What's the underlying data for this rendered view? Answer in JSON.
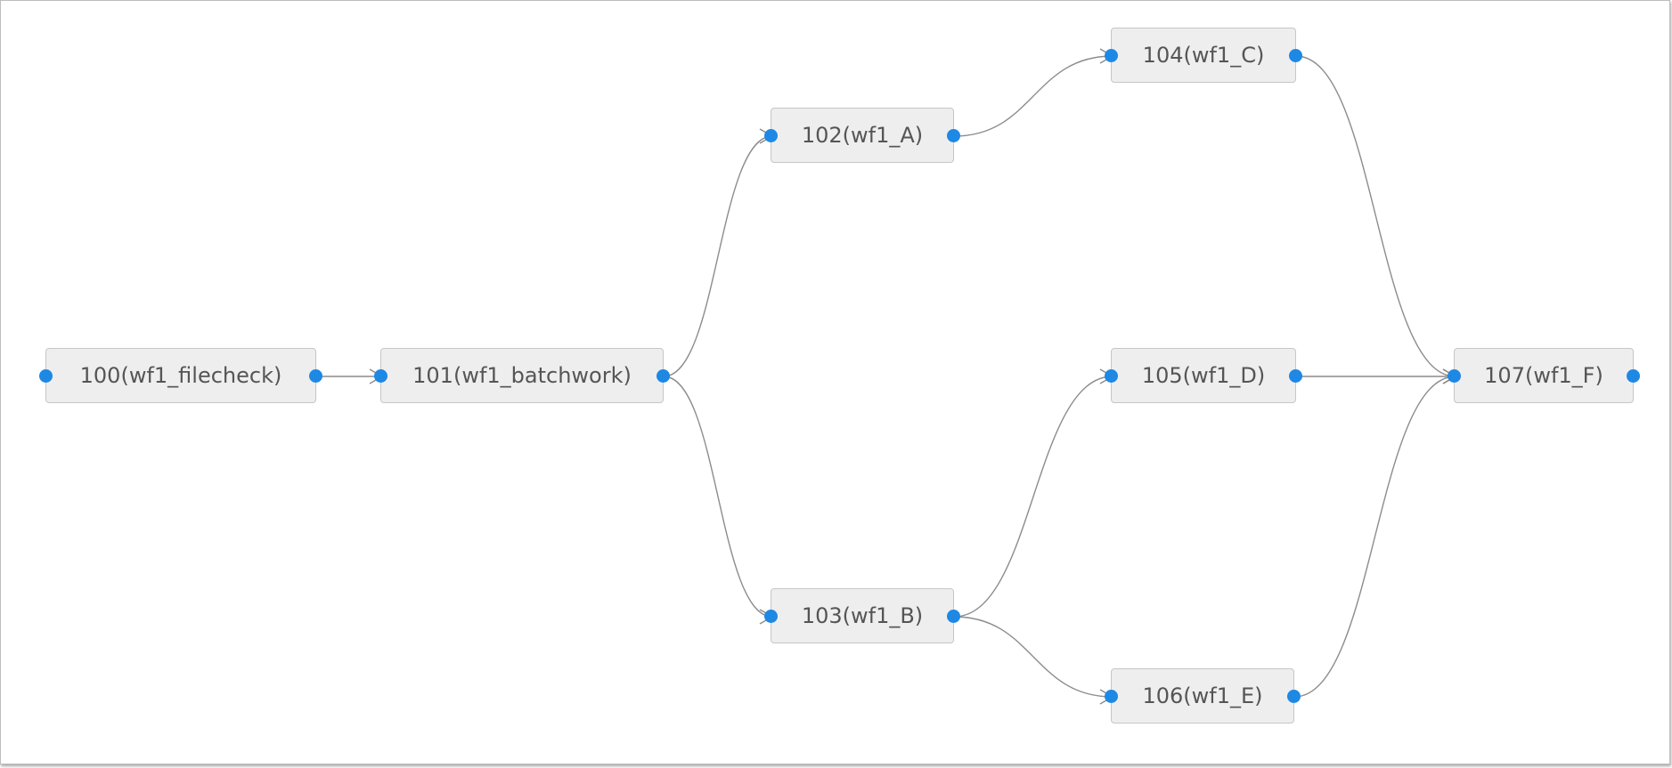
{
  "nodes": [
    {
      "id": "100",
      "label": "100(wf1_filecheck)"
    },
    {
      "id": "101",
      "label": "101(wf1_batchwork)"
    },
    {
      "id": "102",
      "label": "102(wf1_A)"
    },
    {
      "id": "103",
      "label": "103(wf1_B)"
    },
    {
      "id": "104",
      "label": "104(wf1_C)"
    },
    {
      "id": "105",
      "label": "105(wf1_D)"
    },
    {
      "id": "106",
      "label": "106(wf1_E)"
    },
    {
      "id": "107",
      "label": "107(wf1_F)"
    }
  ],
  "edges": [
    {
      "from": "100",
      "to": "101"
    },
    {
      "from": "101",
      "to": "102"
    },
    {
      "from": "101",
      "to": "103"
    },
    {
      "from": "102",
      "to": "104"
    },
    {
      "from": "103",
      "to": "105"
    },
    {
      "from": "103",
      "to": "106"
    },
    {
      "from": "104",
      "to": "107"
    },
    {
      "from": "105",
      "to": "107"
    },
    {
      "from": "106",
      "to": "107"
    }
  ],
  "colors": {
    "port": "#1e88e5",
    "node_fill": "#eeeeee",
    "node_border": "#c6c6c6",
    "edge": "#8c8c8c",
    "label": "#555555"
  }
}
